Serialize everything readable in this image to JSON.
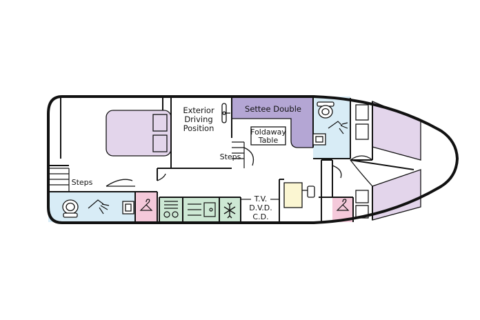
{
  "labels": {
    "exterior_driving_position": [
      "Exterior",
      "Driving",
      "Position"
    ],
    "settee_double": "Settee Double",
    "foldaway_table": [
      "Foldaway",
      "Table"
    ],
    "steps_mid": "Steps",
    "steps_aft": "Steps",
    "tv_dvd_cd": [
      "T.V.",
      "D.V.D.",
      "C.D."
    ]
  },
  "colors": {
    "outline": "#111111",
    "bedroom": "#e3d5eb",
    "settee": "#b4a6d4",
    "bathroom": "#d8ecf6",
    "galley": "#cde8d4",
    "wardrobe": "#f4c9da",
    "tv_cabinet": "#fbf6d2"
  },
  "icons": [
    "toilet-icon",
    "shower-icon",
    "sink-icon",
    "hanger-icon",
    "hob-icon",
    "galley-sink-icon",
    "snowflake-icon",
    "helm-icon"
  ]
}
